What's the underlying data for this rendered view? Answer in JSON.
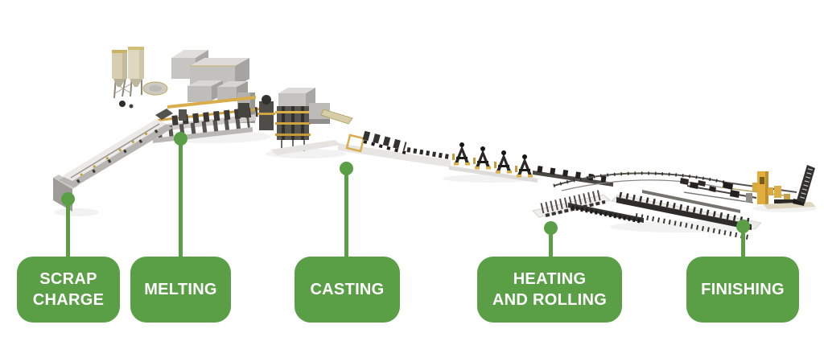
{
  "page": {
    "background": "#ffffff"
  },
  "palette": {
    "accent_green": "#5a9e45",
    "label_text": "#ffffff",
    "machine_light_gray": "#c6c5c1",
    "machine_dark": "#2e2c29",
    "machine_yellow": "#dcae47"
  },
  "stages": [
    {
      "id": "scrap-charge",
      "label": "SCRAP CHARGE",
      "lines": [
        "SCRAP",
        "CHARGE"
      ]
    },
    {
      "id": "melting",
      "label": "MELTING",
      "lines": [
        "MELTING"
      ]
    },
    {
      "id": "casting",
      "label": "CASTING",
      "lines": [
        "CASTING"
      ]
    },
    {
      "id": "heating-and-rolling",
      "label": "HEATING AND ROLLING",
      "lines": [
        "HEATING",
        "AND ROLLING"
      ]
    },
    {
      "id": "finishing",
      "label": "FINISHING",
      "lines": [
        "FINISHING"
      ]
    }
  ],
  "illustration": {
    "alt": "3D rendered steel minimill production line",
    "sections": [
      "scrap-conveyor",
      "scrap-silos",
      "melting-shop",
      "casting-tower",
      "runout-line",
      "rolling-stands",
      "transfer-line",
      "loop-conveyor",
      "rake-cooling-bed",
      "cooling-bed",
      "finishing-area"
    ]
  }
}
